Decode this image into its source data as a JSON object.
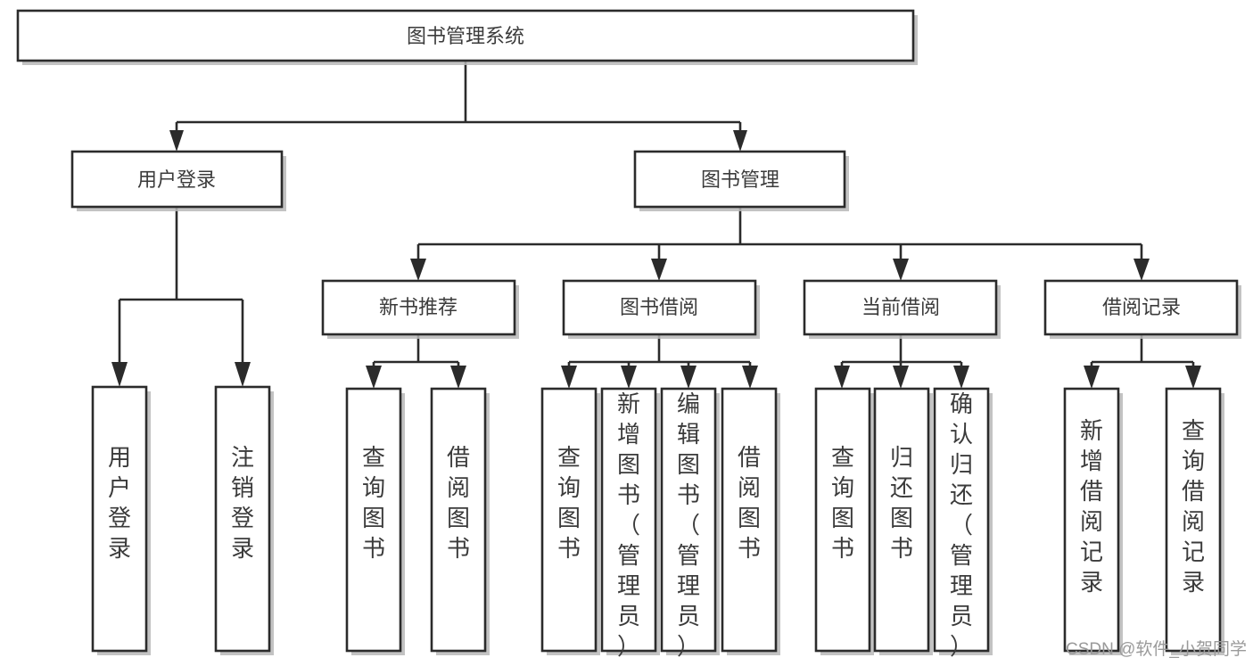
{
  "diagram": {
    "type": "tree-hierarchy",
    "title": "图书管理系统",
    "orientation": "top-down",
    "colors": {
      "box_fill": "#ffffff",
      "box_stroke": "#2b2b2b",
      "text": "#3b3b3b",
      "shadow": "#b8b8b8",
      "background": "#ffffff",
      "watermark": "#9a9a9a"
    },
    "root": {
      "label": "图书管理系统"
    },
    "level2": [
      {
        "label": "用户登录"
      },
      {
        "label": "图书管理"
      }
    ],
    "level3": [
      {
        "label": "新书推荐"
      },
      {
        "label": "图书借阅"
      },
      {
        "label": "当前借阅"
      },
      {
        "label": "借阅记录"
      }
    ],
    "leaves": {
      "user_login": [
        {
          "label": "用户登录"
        },
        {
          "label": "注销登录"
        }
      ],
      "new_book_recommend": [
        {
          "label": "查询图书"
        },
        {
          "label": "借阅图书"
        }
      ],
      "book_borrow": [
        {
          "label": "查询图书"
        },
        {
          "label": "新增图书（管理员）"
        },
        {
          "label": "编辑图书（管理员）"
        },
        {
          "label": "借阅图书"
        }
      ],
      "current_borrow": [
        {
          "label": "查询图书"
        },
        {
          "label": "归还图书"
        },
        {
          "label": "确认归还（管理员）"
        }
      ],
      "borrow_record": [
        {
          "label": "新增借阅记录"
        },
        {
          "label": "查询借阅记录"
        }
      ]
    }
  },
  "watermark": {
    "text": "CSDN @软件_小贺同学"
  }
}
